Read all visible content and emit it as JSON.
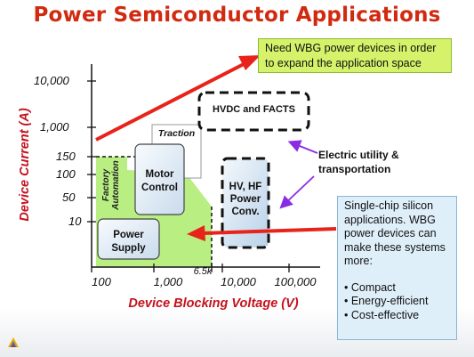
{
  "slide": {
    "title": "Power Semiconductor Applications",
    "callout_top": "Need WBG power devices in order to expand the application space",
    "callout_right": {
      "intro": "Single-chip silicon applications. WBG power devices can make these systems more:",
      "bullets": [
        "• Compact",
        "• Energy-efficient",
        "• Cost-effective"
      ]
    },
    "electric_utility_label": "Electric utility & transportation",
    "logo_icon": "triangle-logo-icon"
  },
  "chart": {
    "ylabel": "Device Current (A)",
    "xlabel": "Device Blocking Voltage (V)",
    "y_ticks": [
      "10,000",
      "1,000",
      "150",
      "100",
      "50",
      "10"
    ],
    "x_ticks": [
      "100",
      "1,000",
      "6.5k",
      "10,000",
      "100,000"
    ],
    "boxes": {
      "traction": "Traction",
      "hvdc": "HVDC and FACTS",
      "motor_line1": "Motor",
      "motor_line2": "Control",
      "hv_line1": "HV, HF",
      "hv_line2": "Power",
      "hv_line3": "Conv.",
      "power_line1": "Power",
      "power_line2": "Supply",
      "factory_line1": "Factory",
      "factory_line2": "Automation"
    },
    "colors": {
      "silicon_region": "#b8ee82",
      "arrow": "#e8231a",
      "purple_arrow": "#8a2be2",
      "axis_label": "#c4121d",
      "title": "#d12a10"
    }
  }
}
